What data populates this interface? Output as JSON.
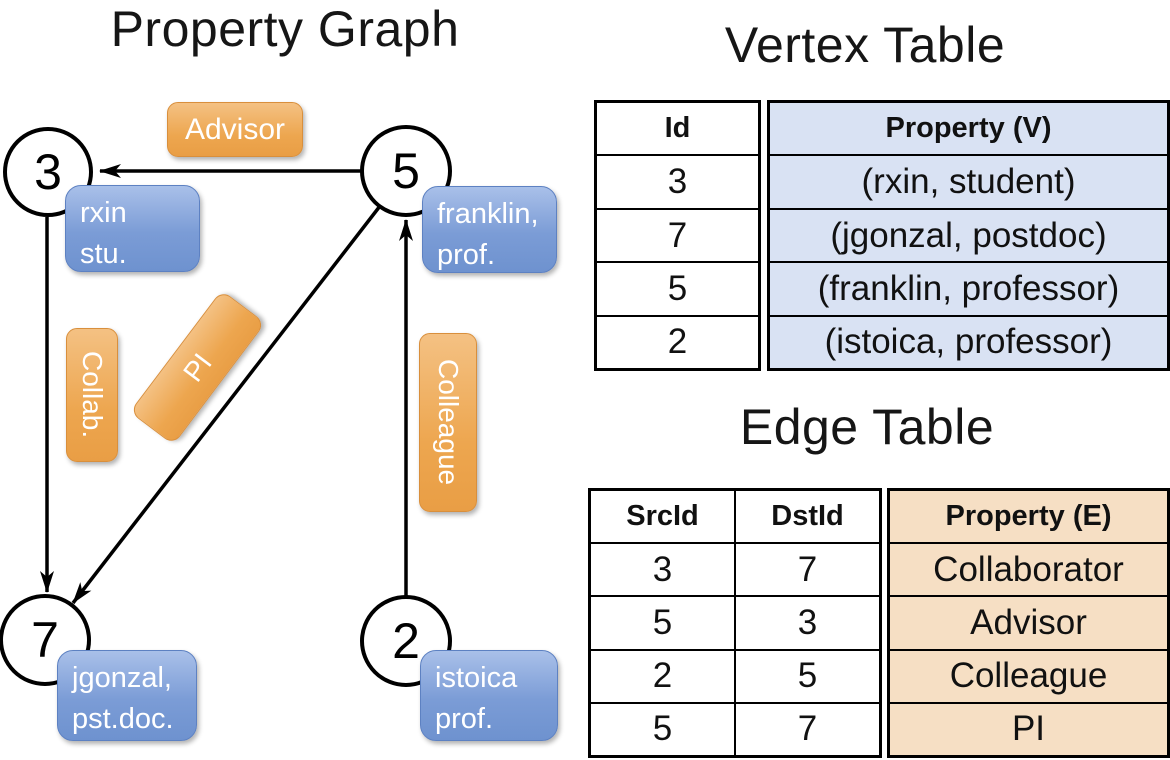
{
  "titles": {
    "graph": "Property Graph",
    "vertex_table": "Vertex Table",
    "edge_table": "Edge Table"
  },
  "colors": {
    "pill_orange_top": "#f4c183",
    "pill_orange_bottom": "#e99e45",
    "vertex_box_blue_top": "#a9c0e9",
    "vertex_box_blue_bottom": "#6e92cf",
    "vertex_property_cell_bg": "#d9e2f3",
    "edge_property_cell_bg": "#f6dfc4",
    "table_border": "#000000"
  },
  "graph": {
    "nodes": [
      {
        "id": "3",
        "label_line1": "rxin",
        "label_line2": "stu."
      },
      {
        "id": "5",
        "label_line1": "franklin,",
        "label_line2": "prof."
      },
      {
        "id": "7",
        "label_line1": "jgonzal,",
        "label_line2": "pst.doc."
      },
      {
        "id": "2",
        "label_line1": "istoica",
        "label_line2": "prof."
      }
    ],
    "edges": [
      {
        "src": "5",
        "dst": "3",
        "label": "Advisor"
      },
      {
        "src": "3",
        "dst": "7",
        "label": "Collab."
      },
      {
        "src": "5",
        "dst": "7",
        "label": "PI"
      },
      {
        "src": "2",
        "dst": "5",
        "label": "Colleague"
      }
    ]
  },
  "vertex_table": {
    "headers": {
      "id": "Id",
      "property": "Property (V)"
    },
    "rows": [
      {
        "id": "3",
        "property": "(rxin, student)"
      },
      {
        "id": "7",
        "property": "(jgonzal, postdoc)"
      },
      {
        "id": "5",
        "property": "(franklin, professor)"
      },
      {
        "id": "2",
        "property": "(istoica, professor)"
      }
    ]
  },
  "edge_table": {
    "headers": {
      "src": "SrcId",
      "dst": "DstId",
      "property": "Property (E)"
    },
    "rows": [
      {
        "src": "3",
        "dst": "7",
        "property": "Collaborator"
      },
      {
        "src": "5",
        "dst": "3",
        "property": "Advisor"
      },
      {
        "src": "2",
        "dst": "5",
        "property": "Colleague"
      },
      {
        "src": "5",
        "dst": "7",
        "property": "PI"
      }
    ]
  }
}
